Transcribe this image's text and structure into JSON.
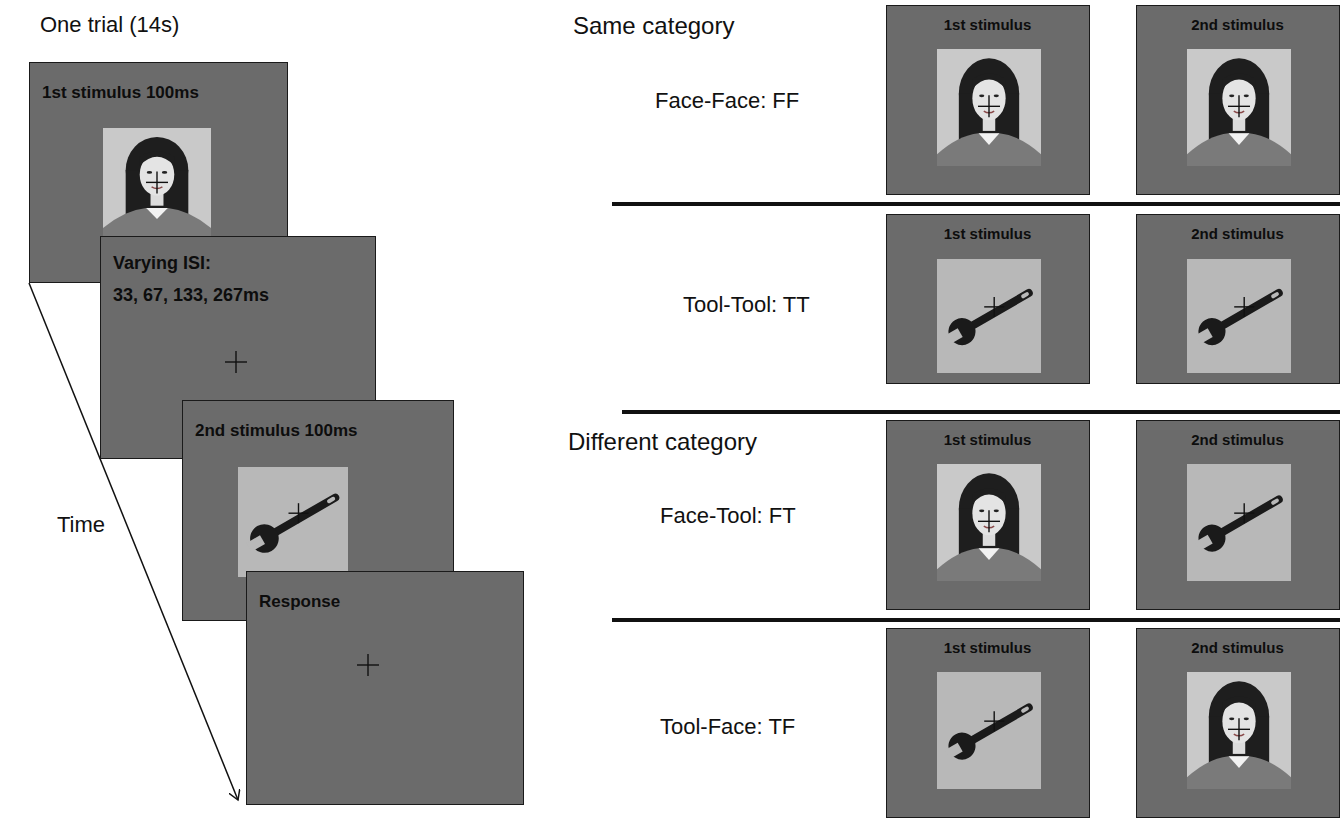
{
  "diagram": {
    "nodes": [
      {
        "text": [
          "1st stimulus 100ms"
        ]
      },
      {
        "text": [
          "Varying ISI:",
          "33, 67, 133, 267ms"
        ]
      },
      {
        "text": [
          "2nd stimulus 100ms"
        ]
      },
      {
        "text": [
          "Response"
        ]
      },
      {
        "text": [
          "1st stimulus"
        ]
      },
      {
        "text": [
          "2nd stimulus"
        ]
      },
      {
        "text": [
          "1st stimulus"
        ]
      },
      {
        "text": [
          "2nd stimulus"
        ]
      },
      {
        "text": [
          "1st stimulus"
        ]
      },
      {
        "text": [
          "2nd stimulus"
        ]
      },
      {
        "text": [
          "1st stimulus"
        ]
      },
      {
        "text": [
          "2nd stimulus"
        ]
      }
    ],
    "labels": [
      "One trial (14s)",
      "Time",
      "Same category",
      "Face-Face: FF",
      "Tool-Tool: TT",
      "Different category",
      "Face-Tool: FT",
      "Tool-Face: TF"
    ]
  }
}
